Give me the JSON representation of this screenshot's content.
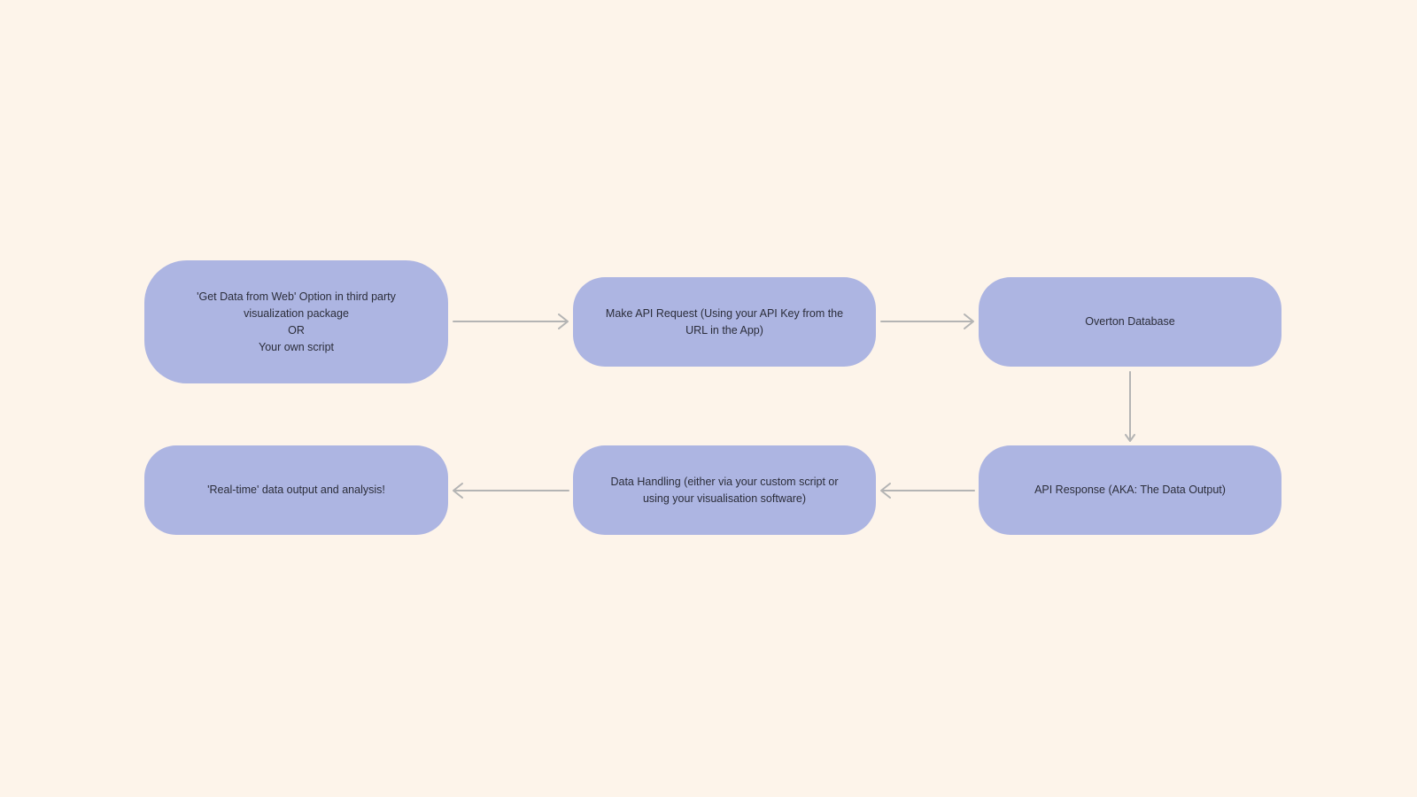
{
  "diagram": {
    "nodes": {
      "source": {
        "lines": [
          "'Get Data from Web'  Option in third party",
          "visualization package",
          "OR",
          "Your own script"
        ]
      },
      "request": {
        "lines": [
          "Make API Request (Using your API Key from the",
          "URL in the App)"
        ]
      },
      "database": {
        "lines": [
          "Overton Database"
        ]
      },
      "response": {
        "lines": [
          "API Response (AKA: The Data Output)"
        ]
      },
      "handling": {
        "lines": [
          "Data Handling (either via your custom script or",
          "using your visualisation software)"
        ]
      },
      "output": {
        "lines": [
          "'Real-time' data output and analysis!"
        ]
      }
    },
    "edges": [
      {
        "from": "source",
        "to": "request"
      },
      {
        "from": "request",
        "to": "database"
      },
      {
        "from": "database",
        "to": "response"
      },
      {
        "from": "response",
        "to": "handling"
      },
      {
        "from": "handling",
        "to": "output"
      }
    ],
    "colors": {
      "background": "#fdf4ea",
      "node_fill": "#adb5e2",
      "node_text": "#2b2d3a",
      "arrow": "#b4b4b4"
    }
  }
}
